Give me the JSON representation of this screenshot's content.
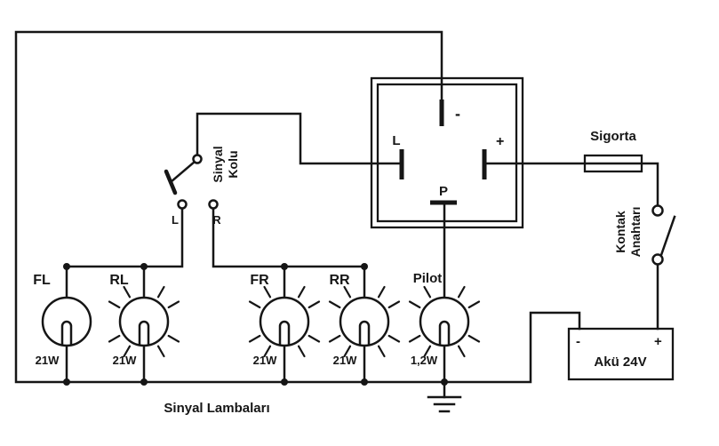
{
  "diagram": {
    "caption": "Sinyal Lambaları",
    "relay": {
      "terminal_l": "L",
      "terminal_minus": "-",
      "terminal_plus": "+",
      "terminal_p": "P"
    },
    "fuse": {
      "label": "Sigorta"
    },
    "ignition_switch": {
      "label_line1": "Kontak",
      "label_line2": "Anahtarı"
    },
    "signal_lever": {
      "label_line1": "Sinyal",
      "label_line2": "Kolu",
      "contact_left": "L",
      "contact_right": "R"
    },
    "battery": {
      "label": "Akü 24V",
      "minus": "-",
      "plus": "+"
    },
    "lamps": [
      {
        "id": "fl",
        "label": "FL",
        "watt": "21W"
      },
      {
        "id": "rl",
        "label": "RL",
        "watt": "21W"
      },
      {
        "id": "fr",
        "label": "FR",
        "watt": "21W"
      },
      {
        "id": "rr",
        "label": "RR",
        "watt": "21W"
      },
      {
        "id": "pilot",
        "label": "Pilot",
        "watt": "1,2W"
      }
    ],
    "colors": {
      "line": "#161616",
      "background": "#ffffff"
    }
  }
}
